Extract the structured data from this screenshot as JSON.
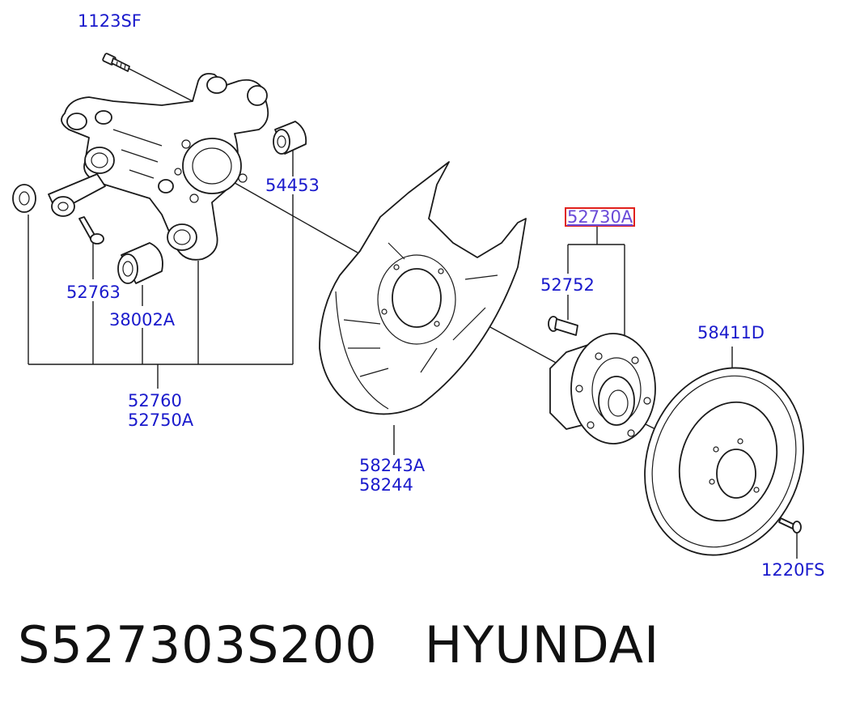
{
  "labels": {
    "l1123SF": "1123SF",
    "l54453": "54453",
    "l52763": "52763",
    "l38002A": "38002A",
    "l52760": "52760",
    "l52750A": "52750A",
    "l58243A": "58243A",
    "l58244": "58244",
    "l52730A": "52730A",
    "l52752": "52752",
    "l58411D": "58411D",
    "l1220FS": "1220FS"
  },
  "footer": {
    "part_number": "S527303S200",
    "brand": "HYUNDAI"
  },
  "highlight_color": "#e0201c",
  "label_color": "#1a1acc"
}
